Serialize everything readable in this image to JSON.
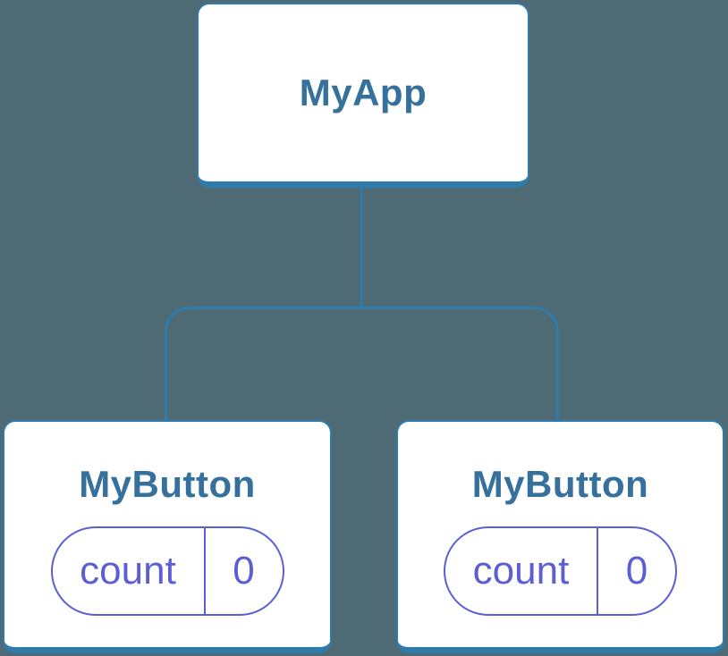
{
  "colors": {
    "background": "#4d6a75",
    "node_fill": "#ffffff",
    "node_border": "#2e7bac",
    "title_text": "#35719c",
    "state_accent": "#5c5fd3",
    "connector": "#2e7bac"
  },
  "diagram": {
    "type": "component-tree",
    "root": {
      "label": "MyApp"
    },
    "children": [
      {
        "label": "MyButton",
        "state": {
          "key": "count",
          "value": "0"
        }
      },
      {
        "label": "MyButton",
        "state": {
          "key": "count",
          "value": "0"
        }
      }
    ],
    "edges": [
      {
        "from": "MyApp",
        "to": "MyButton (left)"
      },
      {
        "from": "MyApp",
        "to": "MyButton (right)"
      }
    ]
  }
}
